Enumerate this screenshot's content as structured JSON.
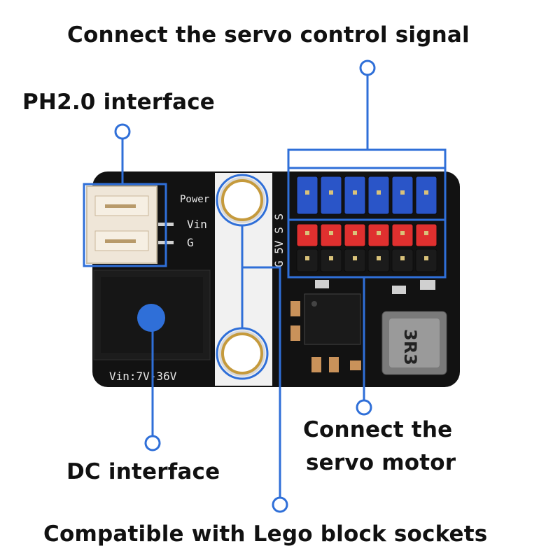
{
  "callouts": {
    "servo_signal": "Connect the servo control signal",
    "ph20": "PH2.0 interface",
    "servo_motor_line1": "Connect the",
    "servo_motor_line2": "servo motor",
    "dc": "DC interface",
    "lego": "Compatible with Lego block sockets"
  },
  "board_silkscreen": {
    "power": "Power",
    "vin": "Vin",
    "g": "G",
    "vin_range": "Vin:7V-36V",
    "pin_row": "G 5V S S",
    "inductor": "3R3"
  },
  "colors": {
    "callout_blue": "#2f6fd8",
    "pcb": "#111111",
    "header_blue": "#2a55c8",
    "header_red": "#e0302f"
  }
}
